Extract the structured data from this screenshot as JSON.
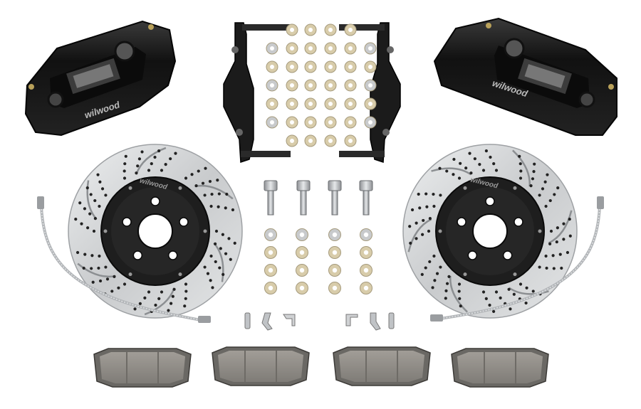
{
  "brand": {
    "logo_text": "wilwood"
  },
  "kit": {
    "calipers": 2,
    "rotors": 2,
    "brackets": 2,
    "brake_lines": 2,
    "brake_pads": 4,
    "bolts": 4
  },
  "colors": {
    "background": "#ffffff",
    "caliper": "#141414",
    "rotor_face": "#d2d4d6",
    "rotor_hat": "#1e1e1e",
    "hardware_brass": "#d8ccaa",
    "hardware_steel": "#c8cacc",
    "pad_friction": "#8f8c86"
  }
}
